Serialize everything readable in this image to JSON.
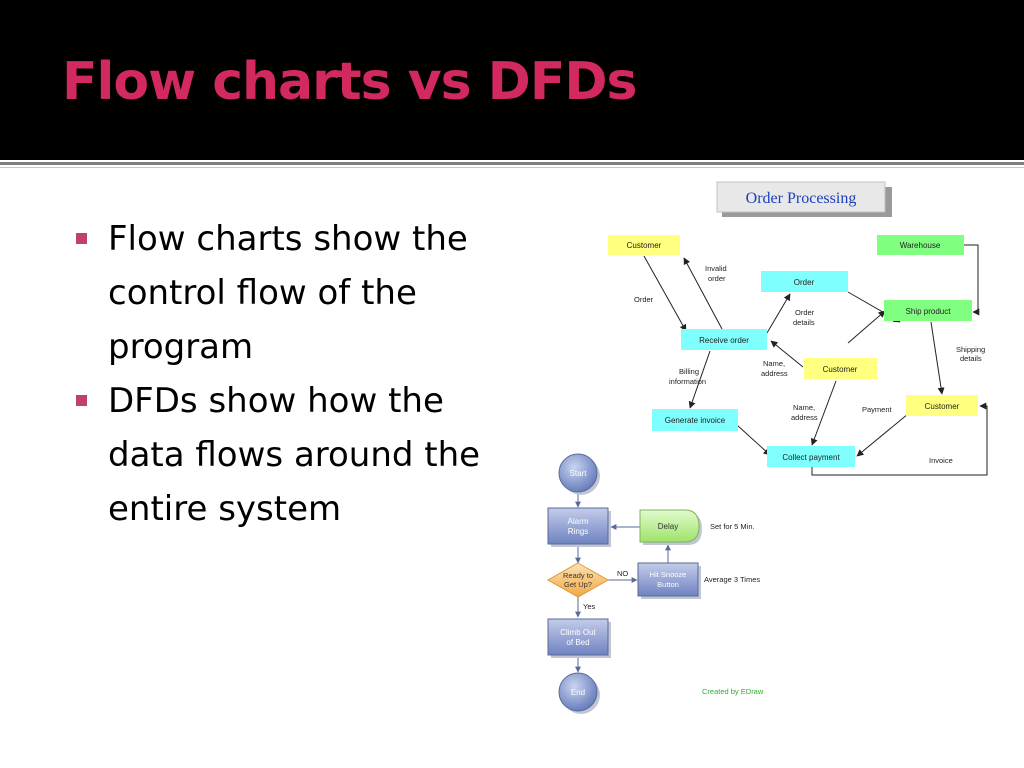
{
  "slide": {
    "title": "Flow charts vs DFDs",
    "bullets": [
      "Flow charts show the control flow of the program",
      "DFDs show how the data flows around the entire system"
    ]
  },
  "dfd": {
    "title": "Order Processing",
    "nodes": {
      "customer1": "Customer",
      "warehouse": "Warehouse",
      "order": "Order",
      "ship_product": "Ship product",
      "receive_order": "Receive order",
      "customer2": "Customer",
      "customer3": "Customer",
      "generate_invoice": "Generate invoice",
      "collect_payment": "Collect payment"
    },
    "labels": {
      "invalid_1": "Invalid",
      "invalid_2": "order",
      "order": "Order",
      "order_details_1": "Order",
      "order_details_2": "details",
      "shipping_1": "Shipping",
      "shipping_2": "details",
      "name_address_1a": "Name,",
      "name_address_1b": "address",
      "billing_1": "Billing",
      "billing_2": "information",
      "name_address_2a": "Name,",
      "name_address_2b": "address",
      "payment": "Payment",
      "invoice": "Invoice"
    }
  },
  "flowchart": {
    "start": "Start",
    "alarm_1": "Alarm",
    "alarm_2": "Rings",
    "delay": "Delay",
    "set_for": "Set for 5 Min.",
    "ready_1": "Ready to",
    "ready_2": "Get Up?",
    "no": "NO",
    "snooze_1": "Hit Snooze",
    "snooze_2": "Button",
    "average": "Average 3 Times",
    "yes": "Yes",
    "climb_1": "Climb Out",
    "climb_2": "of Bed",
    "end": "End",
    "credit": "Created by EDraw"
  },
  "colors": {
    "title": "#d22a5f",
    "bullet": "#c0416c",
    "yellow_node": "#ffff80",
    "green_node": "#80ff80",
    "cyan_node": "#80ffff",
    "flow_blue": "#7b8fc7",
    "flow_orange": "#f7c26a",
    "flow_green": "#b8ef8e"
  }
}
